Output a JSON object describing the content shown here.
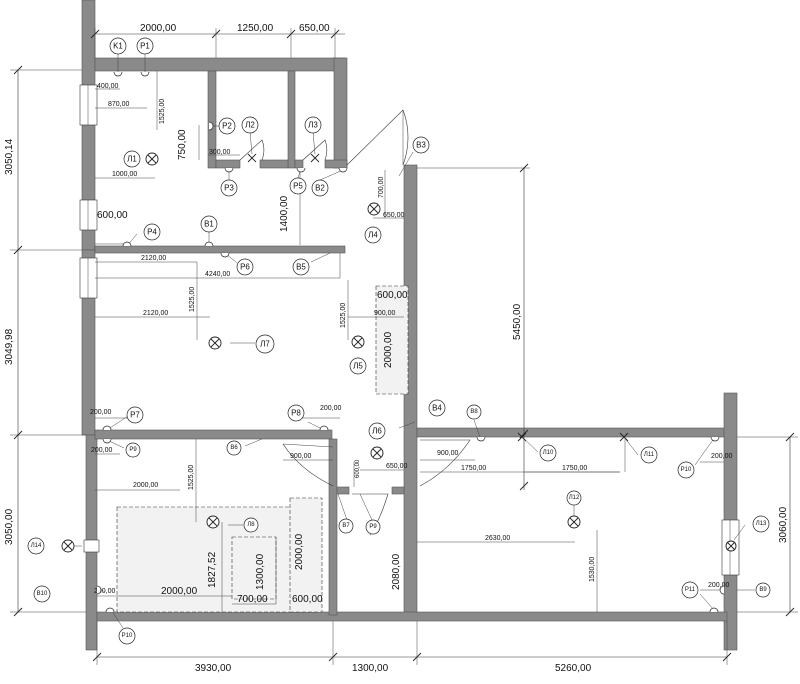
{
  "dimensions": {
    "top_2000": "2000,00",
    "top_1250": "1250,00",
    "top_650": "650,00",
    "left_3050_14": "3050,14",
    "left_3049_98": "3049,98",
    "left_3050_00": "3050,00",
    "right_5450": "5450,00",
    "right_3060": "3060,00",
    "bottom_3930": "3930,00",
    "bottom_1300": "1300,00",
    "bottom_5260": "5260,00",
    "d400": "400,00",
    "d870": "870,00",
    "d1525_a": "1525,00",
    "d750": "750,00",
    "d300": "300,00",
    "d1000": "1000,00",
    "d1400": "1400,00",
    "d700": "700,00",
    "d650_b": "650,00",
    "d600": "600,00",
    "d2120_a": "2120,00",
    "d4240": "4240,00",
    "d2120_b": "2120,00",
    "d1525_b": "1525,00",
    "d1525_c": "1525,00",
    "d600_wardrobe": "600,00",
    "d900_a": "900,00",
    "d2000_wardrobe": "2000,00",
    "d200_a": "200,00",
    "d200_b": "200,00",
    "d200_c": "200,00",
    "d900_b": "900,00",
    "d600_c": "600,00",
    "d650_c": "650,00",
    "d900_c": "900,00",
    "d1750_a": "1750,00",
    "d1750_b": "1750,00",
    "d200_d": "200,00",
    "d2000_room": "2000,00",
    "d1525_d": "1525,00",
    "d1827": "1827,52",
    "d1300_v": "1300,00",
    "d2000_bed_h": "2000,00",
    "d700_bed": "700,00",
    "d2000_v2": "2000,00",
    "d600_v": "600,00",
    "d2080": "2080,00",
    "d2630": "2630,00",
    "d1530": "1530,00",
    "d200_e": "200,00",
    "d200_f": "200,00"
  },
  "labels": {
    "K1": "K1",
    "P1": "P1",
    "P2": "P2",
    "L2": "Л2",
    "L3": "Л3",
    "L1": "Л1",
    "P3": "P3",
    "P5": "P5",
    "B2": "B2",
    "B3": "B3",
    "L4": "Л4",
    "P4": "P4",
    "B1": "B1",
    "P6": "P6",
    "B5": "B5",
    "L7": "Л7",
    "L5": "Л5",
    "P7": "P7",
    "P9": "P9",
    "P8": "P8",
    "B6": "B6",
    "L6": "Л6",
    "B4": "B4",
    "B8": "B8",
    "L10": "Л10",
    "L11": "Л11",
    "P10_r": "P10",
    "L12": "Л12",
    "L8": "Л8",
    "B7": "B7",
    "P9_b": "P9",
    "L14": "Л14",
    "B10": "B10",
    "P10_b": "P10",
    "L13": "Л13",
    "P11": "P11",
    "B9": "B9"
  }
}
